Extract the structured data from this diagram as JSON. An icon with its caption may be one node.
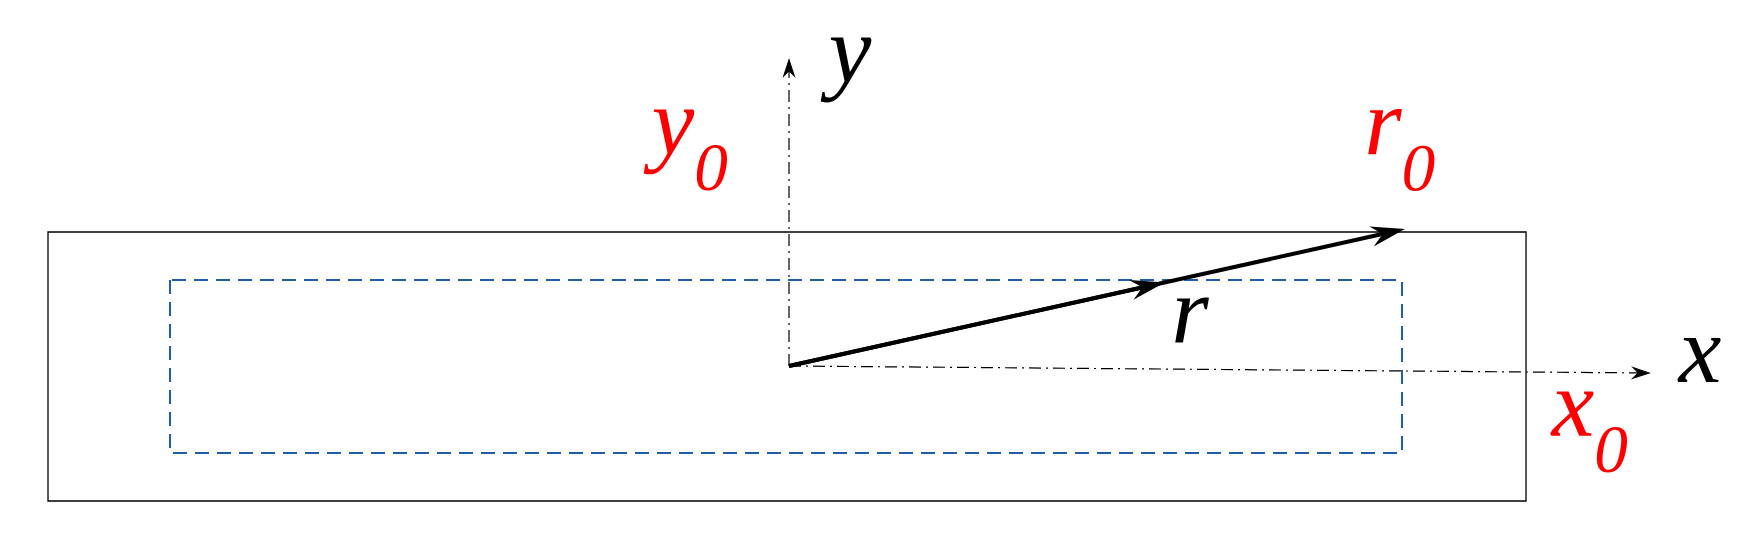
{
  "diagram": {
    "labels": [
      "y",
      "y$_{0}$",
      "r$_{0}$",
      "r",
      "x",
      "x$_{0}$"
    ]
  }
}
